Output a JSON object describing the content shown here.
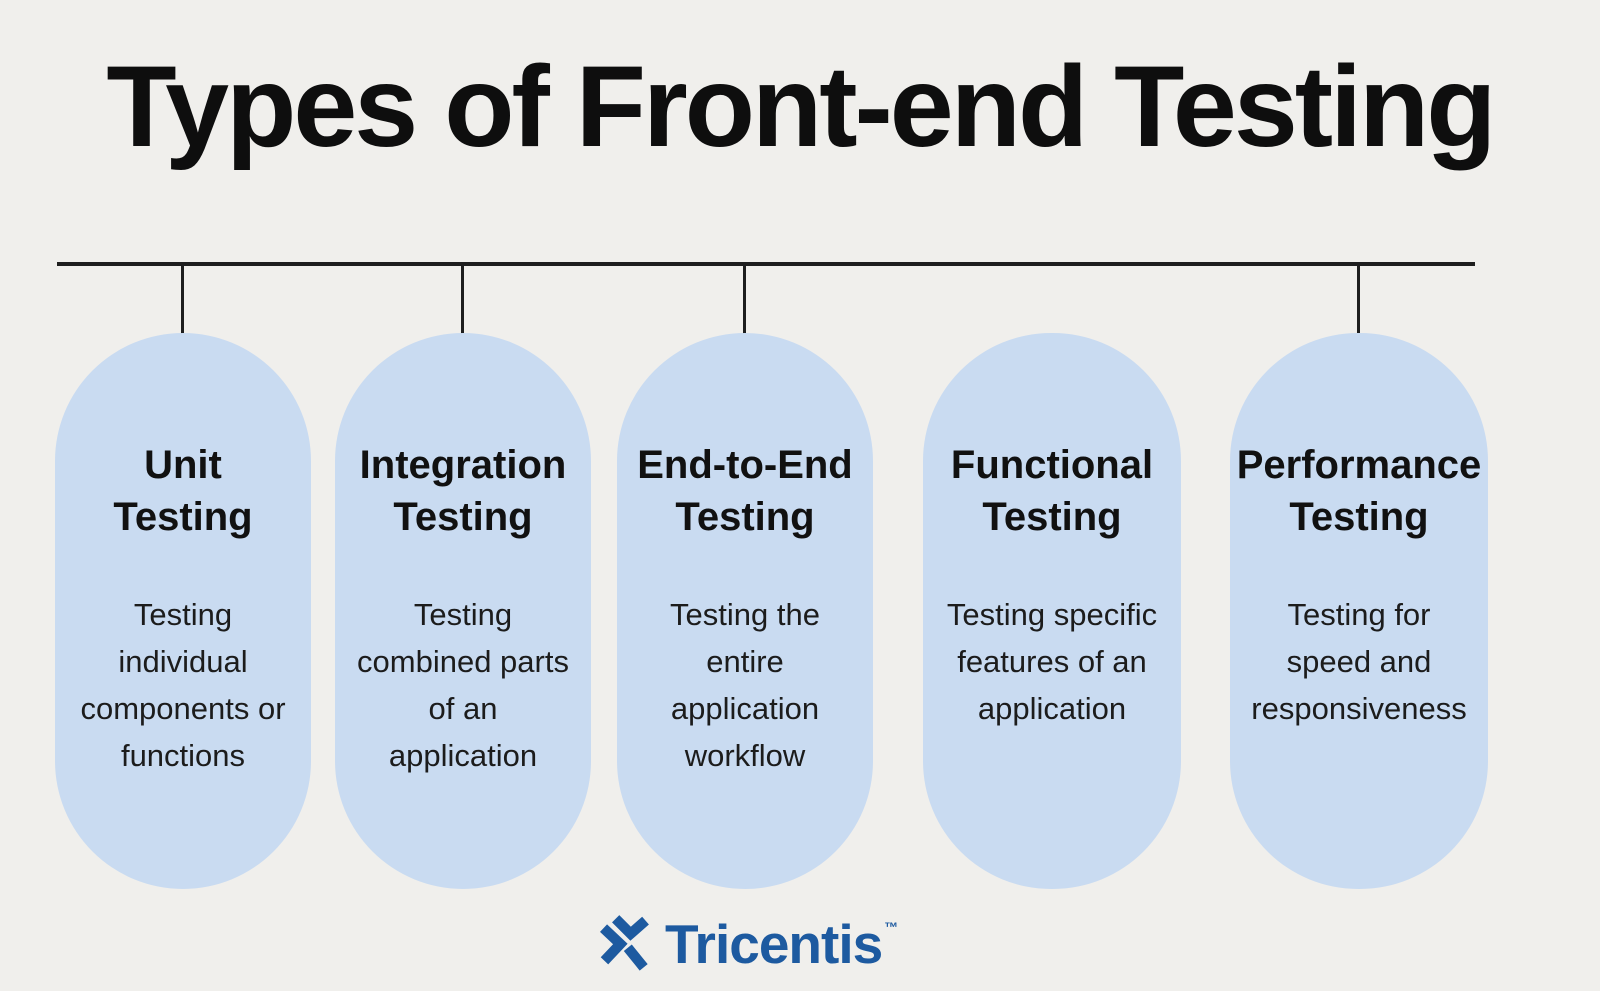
{
  "title": "Types of Front-end Testing",
  "cards": [
    {
      "heading_lines": [
        "Unit",
        "Testing"
      ],
      "body_lines": [
        "Testing",
        "individual",
        "components or",
        "functions"
      ]
    },
    {
      "heading_lines": [
        "Integration",
        "Testing"
      ],
      "body_lines": [
        "Testing",
        "combined parts",
        "of an",
        "application"
      ]
    },
    {
      "heading_lines": [
        "End-to-End",
        "Testing"
      ],
      "body_lines": [
        "Testing the",
        "entire",
        "application",
        "workflow"
      ]
    },
    {
      "heading_lines": [
        "Functional",
        "Testing"
      ],
      "body_lines": [
        "Testing specific",
        "features of an",
        "application"
      ]
    },
    {
      "heading_lines": [
        "Performance",
        "Testing"
      ],
      "body_lines": [
        "Testing for",
        "speed and",
        "responsiveness"
      ]
    }
  ],
  "footer": {
    "brand": "Tricentis",
    "trademark": "™"
  },
  "icons": {
    "brand_mark": "tricentis-x-icon"
  },
  "colors": {
    "background": "#f0efec",
    "card_fill": "#c9dbf1",
    "text": "#161616",
    "connector_line": "#1e1e1e",
    "brand_blue": "#1d5aa0"
  }
}
